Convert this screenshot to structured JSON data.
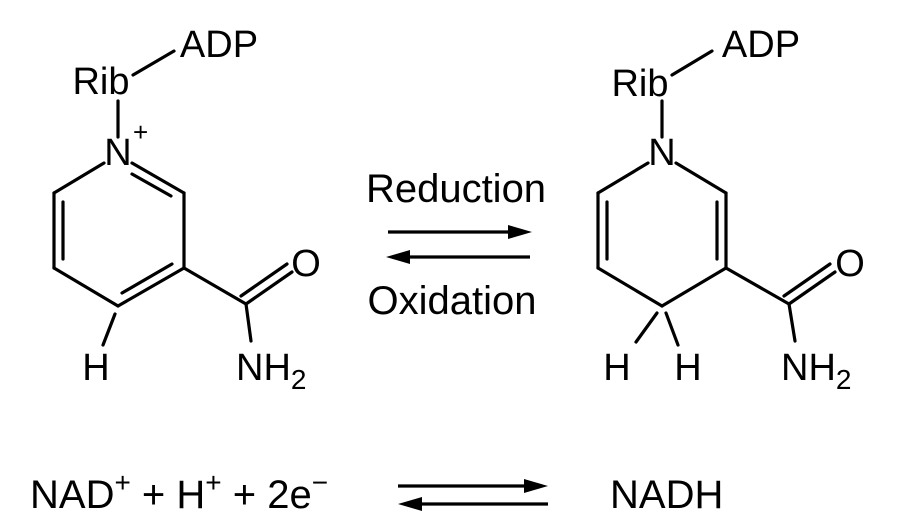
{
  "colors": {
    "ink": "#000000",
    "background": "#ffffff"
  },
  "left_molecule": {
    "rib_label": "Rib",
    "adp_label": "ADP",
    "nitrogen_label": "N",
    "charge_label": "+",
    "oxygen_label": "O",
    "amide_label": "NH",
    "amide_subscript": "2",
    "hydrogen_label": "H"
  },
  "right_molecule": {
    "rib_label": "Rib",
    "adp_label": "ADP",
    "nitrogen_label": "N",
    "oxygen_label": "O",
    "amide_label": "NH",
    "amide_subscript": "2",
    "hydrogen_left_label": "H",
    "hydrogen_right_label": "H"
  },
  "reaction_arrows": {
    "forward_label": "Reduction",
    "reverse_label": "Oxidation"
  },
  "equation": {
    "nad": "NAD",
    "nad_superscript": "+",
    "plus_1": " + ",
    "hydrogen": "H",
    "hydrogen_superscript": "+",
    "plus_2": " + ",
    "electrons": "2e",
    "electrons_superscript": "−",
    "product": "NADH"
  }
}
